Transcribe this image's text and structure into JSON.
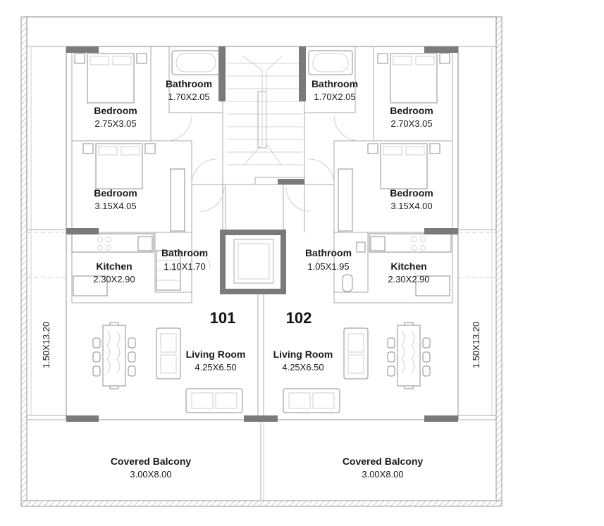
{
  "units": {
    "left": "101",
    "right": "102"
  },
  "rooms": {
    "bedroom_tl": {
      "name": "Bedroom",
      "dims": "2.75X3.05"
    },
    "bathroom_tl": {
      "name": "Bathroom",
      "dims": "1.70X2.05"
    },
    "bathroom_tr": {
      "name": "Bathroom",
      "dims": "1.70X2.05"
    },
    "bedroom_tr": {
      "name": "Bedroom",
      "dims": "2.70X3.05"
    },
    "bedroom_ml": {
      "name": "Bedroom",
      "dims": "3.15X4.05"
    },
    "bedroom_mr": {
      "name": "Bedroom",
      "dims": "3.15X4.00"
    },
    "bathroom_ml": {
      "name": "Bathroom",
      "dims": "1.10X1.70"
    },
    "bathroom_mr": {
      "name": "Bathroom",
      "dims": "1.05X1.95"
    },
    "kitchen_l": {
      "name": "Kitchen",
      "dims": "2.30X2.90"
    },
    "kitchen_r": {
      "name": "Kitchen",
      "dims": "2.30X2.90"
    },
    "living_l": {
      "name": "Living Room",
      "dims": "4.25X6.50"
    },
    "living_r": {
      "name": "Living Room",
      "dims": "4.25X6.50"
    },
    "balcony_l": {
      "name": "Covered Balcony",
      "dims": "3.00X8.00"
    },
    "balcony_r": {
      "name": "Covered Balcony",
      "dims": "3.00X8.00"
    }
  },
  "side_dims": {
    "left": "1.50X13.20",
    "right": "1.50X13.20"
  }
}
